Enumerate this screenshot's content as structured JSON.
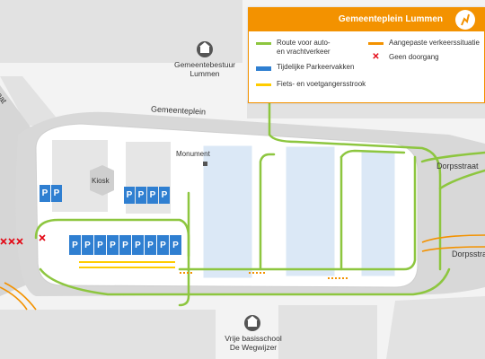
{
  "legend": {
    "title": "Gemeenteplein Lummen",
    "items": [
      {
        "label": "Route voor auto-\nen vrachtverkeer",
        "color": "#8dc63f",
        "type": "line"
      },
      {
        "label": "Aangepaste verkeerssituatie",
        "color": "#f39200",
        "type": "line"
      },
      {
        "label": "Tijdelijke Parkeervakken",
        "color": "#2f7fd1",
        "type": "line"
      },
      {
        "label": "Geen doorgang",
        "color": "#e30613",
        "type": "cross"
      },
      {
        "label": "Fiets- en voetgangersstrook",
        "color": "#ffcc00",
        "type": "line"
      }
    ]
  },
  "streets": {
    "gemeenteplein": "Gemeenteplein",
    "dorpsstraat_1": "Dorpsstraat",
    "dorpsstraat_2": "Dorpsstraat",
    "partial_street": "...aat"
  },
  "places": {
    "gemeentebestuur": "Gemeentebestuur\nLummen",
    "basisschool": "Vrije basisschool\nDe Wegwijzer",
    "kiosk": "Kiosk",
    "monument": "Monument"
  },
  "parking": {
    "symbol": "P",
    "left_pair": 2,
    "upper_group": 4,
    "lower_row": 9
  },
  "colors": {
    "route": "#8dc63f",
    "parking": "#2f7fd1",
    "bike_path": "#ffcc00",
    "adjusted": "#f39200",
    "no_entry": "#e30613",
    "plaza": "#ffffff",
    "building": "#e0e0e0",
    "parking_lot": "#dbe8f6"
  }
}
